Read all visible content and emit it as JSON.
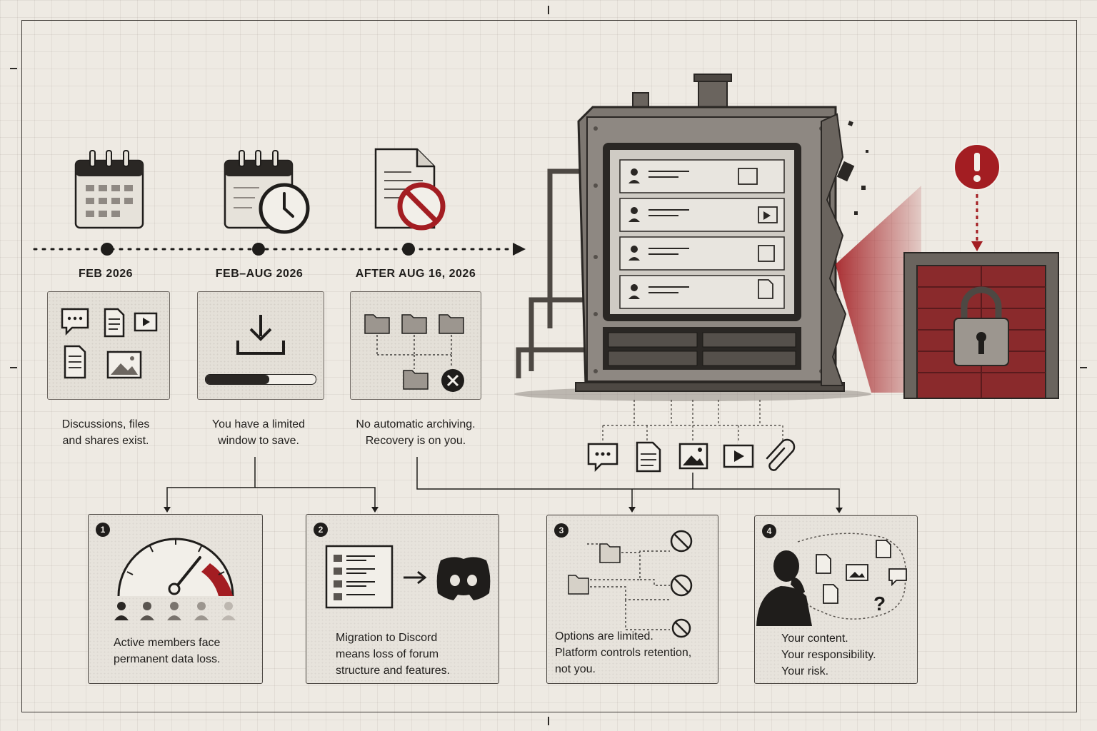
{
  "timeline": {
    "steps": [
      {
        "date": "FEB 2026",
        "caption_line1": "Discussions, files",
        "caption_line2": "and shares exist."
      },
      {
        "date": "FEB–AUG 2026",
        "caption_line1": "You have a limited",
        "caption_line2": "window to save."
      },
      {
        "date": "AFTER AUG 16, 2026",
        "caption_line1": "No automatic archiving.",
        "caption_line2": "Recovery is on you."
      }
    ]
  },
  "consequences": [
    {
      "number": "1",
      "line1": "Active members face",
      "line2": "permanent data loss.",
      "line3": ""
    },
    {
      "number": "2",
      "line1": "Migration to Discord",
      "line2": "means loss of forum",
      "line3": "structure and features."
    },
    {
      "number": "3",
      "line1": "Options are limited.",
      "line2": "Platform controls retention,",
      "line3": "not you."
    },
    {
      "number": "4",
      "line1": "Your content.",
      "line2": "Your responsibility.",
      "line3": "Your risk."
    }
  ],
  "icons": {
    "warning": "exclamation-icon",
    "lock": "padlock-icon",
    "content_types": [
      "chat-icon",
      "document-icon",
      "image-icon",
      "video-icon",
      "attachment-icon"
    ]
  },
  "colors": {
    "accent_red": "#a31d22",
    "ink": "#1f1d1b",
    "paper": "#eeeae3"
  }
}
